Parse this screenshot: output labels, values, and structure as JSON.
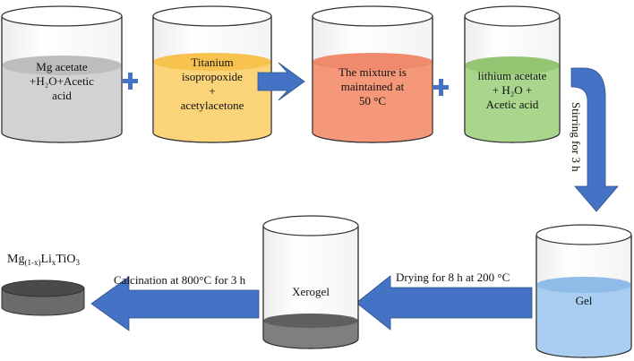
{
  "beakers": {
    "mg": {
      "lines": [
        "Mg acetate",
        "+H₂O+Acetic",
        "acid"
      ],
      "fill_color": "#d2d2d2"
    },
    "ti": {
      "lines": [
        "Titanium",
        "isopropoxide",
        "+",
        "acetylacetone"
      ],
      "fill_color": "#fbd47a"
    },
    "mix": {
      "lines": [
        "The mixture is",
        "maintained at",
        "50 °C"
      ],
      "fill_color": "#f5987a"
    },
    "li": {
      "lines": [
        "lithium acetate",
        "+ H₂O +",
        "Acetic acid"
      ],
      "fill_color": "#a9d58c"
    },
    "gel": {
      "label": "Gel",
      "fill_color": "#a9cdf0"
    },
    "xerogel": {
      "label": "Xerogel",
      "fill_color": "#7f7f7f"
    }
  },
  "steps": {
    "stirring": "Stirring for 3 h",
    "drying": "Drying for 8 h at 200 °C",
    "calcination": "Calcination at 800°C for 3 h"
  },
  "product": {
    "base": "Mg",
    "sub1": "(1-x)",
    "mid": "Li",
    "sub2": "x",
    "tail": "TiO",
    "sub3": "3"
  },
  "colors": {
    "arrow": "#4472c4",
    "arrow_edge": "#2f528f",
    "plus": "#4472c4"
  }
}
